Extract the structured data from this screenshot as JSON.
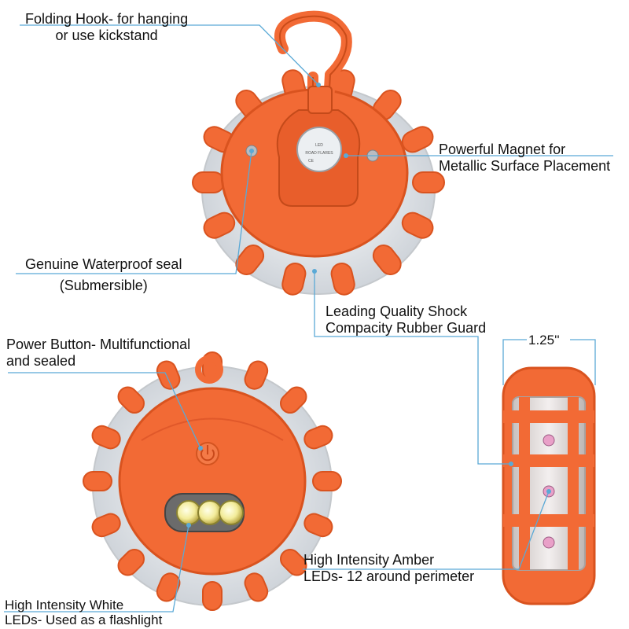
{
  "callouts": {
    "hook": {
      "line1": "Folding Hook- for hanging",
      "line2": "or use kickstand"
    },
    "magnet": {
      "line1": "Powerful Magnet for",
      "line2": "Metallic Surface Placement"
    },
    "seal": {
      "line1": "Genuine Waterproof seal",
      "line2": "(Submersible)"
    },
    "guard": {
      "line1": "Leading Quality Shock",
      "line2": "Compacity Rubber Guard"
    },
    "power": {
      "line1": "Power Button- Multifunctional",
      "line2": "and sealed"
    },
    "amber": {
      "line1": "High Intensity Amber",
      "line2": "LEDs- 12 around perimeter"
    },
    "white": {
      "line1": "High Intensity White",
      "line2": "LEDs- Used as a flashlight"
    }
  },
  "dimension": {
    "thickness": "1.25''"
  },
  "badge": {
    "line1": "LED",
    "line2": "ROAD FLARES",
    "line3": "CE"
  },
  "colors": {
    "orange": "#f26a35",
    "orange_dark": "#d9531f",
    "leader": "#5aa9d6",
    "lens": "#dfe3e8"
  }
}
